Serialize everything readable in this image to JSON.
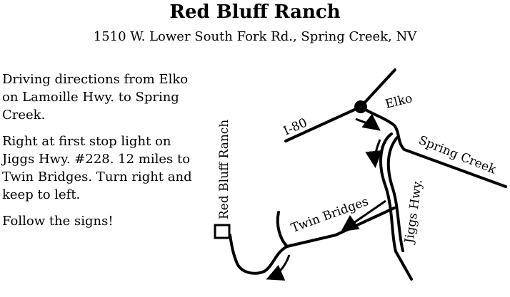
{
  "header": {
    "title": "Red Bluff Ranch",
    "address": "1510 W. Lower South Fork Rd., Spring Creek, NV"
  },
  "directions": [
    "Driving directions from Elko on Lamoille Hwy. to Spring Creek.",
    "Right at first stop light on Jiggs Hwy. #228.  12 miles to Twin Bridges. Turn right and keep to left.",
    "Follow the signs!"
  ],
  "map": {
    "labels": {
      "i80": "I-80",
      "elko": "Elko",
      "spring_creek": "Spring Creek",
      "jiggs_hwy": "Jiggs Hwy.",
      "twin_bridges": "Twin Bridges",
      "red_bluff_ranch": "Red Bluff Ranch"
    }
  }
}
